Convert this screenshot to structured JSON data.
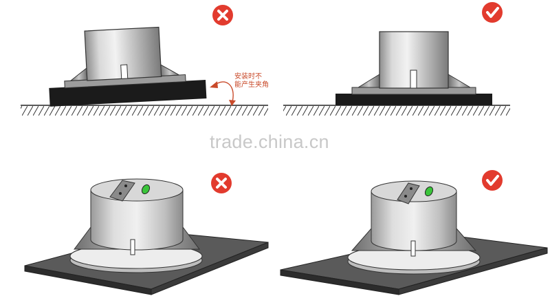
{
  "annotation": {
    "line1": "安装时不",
    "line2": "能产生夹角"
  },
  "watermark": "trade.china.cn",
  "marks": {
    "wrong": "cross-icon",
    "right": "check-icon"
  },
  "colors": {
    "wrong_badge": "#e23b2e",
    "right_badge": "#e23b2e",
    "base_plate": "#1b1b1b",
    "ground_hatch": "#333333",
    "annotation_text": "#c94a2a",
    "led_green": "#3ac43a",
    "panel_top": "#5a5a5a",
    "panel_side": "#2c2c2c"
  }
}
